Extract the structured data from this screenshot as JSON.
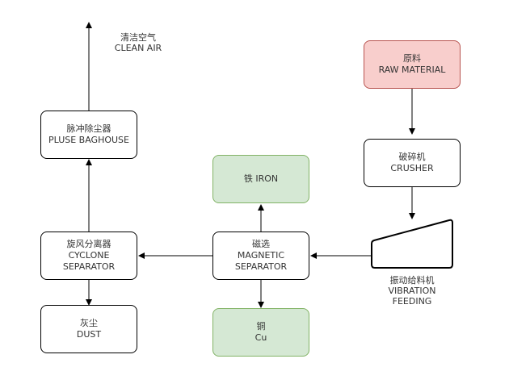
{
  "colors": {
    "raw_fill": "#f8cecc",
    "raw_border": "#b85450",
    "green_fill": "#d5e8d4",
    "green_border": "#82b366",
    "line": "#000000",
    "text": "#333333"
  },
  "nodes": {
    "clean_air": {
      "zh": "清洁空气",
      "en": "CLEAN AIR"
    },
    "raw_material": {
      "zh": "原料",
      "en": "RAW MATERIAL"
    },
    "baghouse": {
      "zh": "脉冲除尘器",
      "en": "PLUSE BAGHOUSE"
    },
    "crusher": {
      "zh": "破碎机",
      "en": "CRUSHER"
    },
    "iron": {
      "label": "铁 IRON"
    },
    "cyclone": {
      "zh": "旋风分离器",
      "en1": "CYCLONE",
      "en2": "SEPARATOR"
    },
    "magnetic": {
      "zh": "磁选",
      "en1": "MAGNETIC",
      "en2": "SEPARATOR"
    },
    "vibration": {
      "zh": "振动给料机",
      "en1": "VIBRATION",
      "en2": "FEEDING"
    },
    "dust": {
      "zh": "灰尘",
      "en": "DUST"
    },
    "copper": {
      "zh": "铜",
      "en": "Cu"
    }
  }
}
